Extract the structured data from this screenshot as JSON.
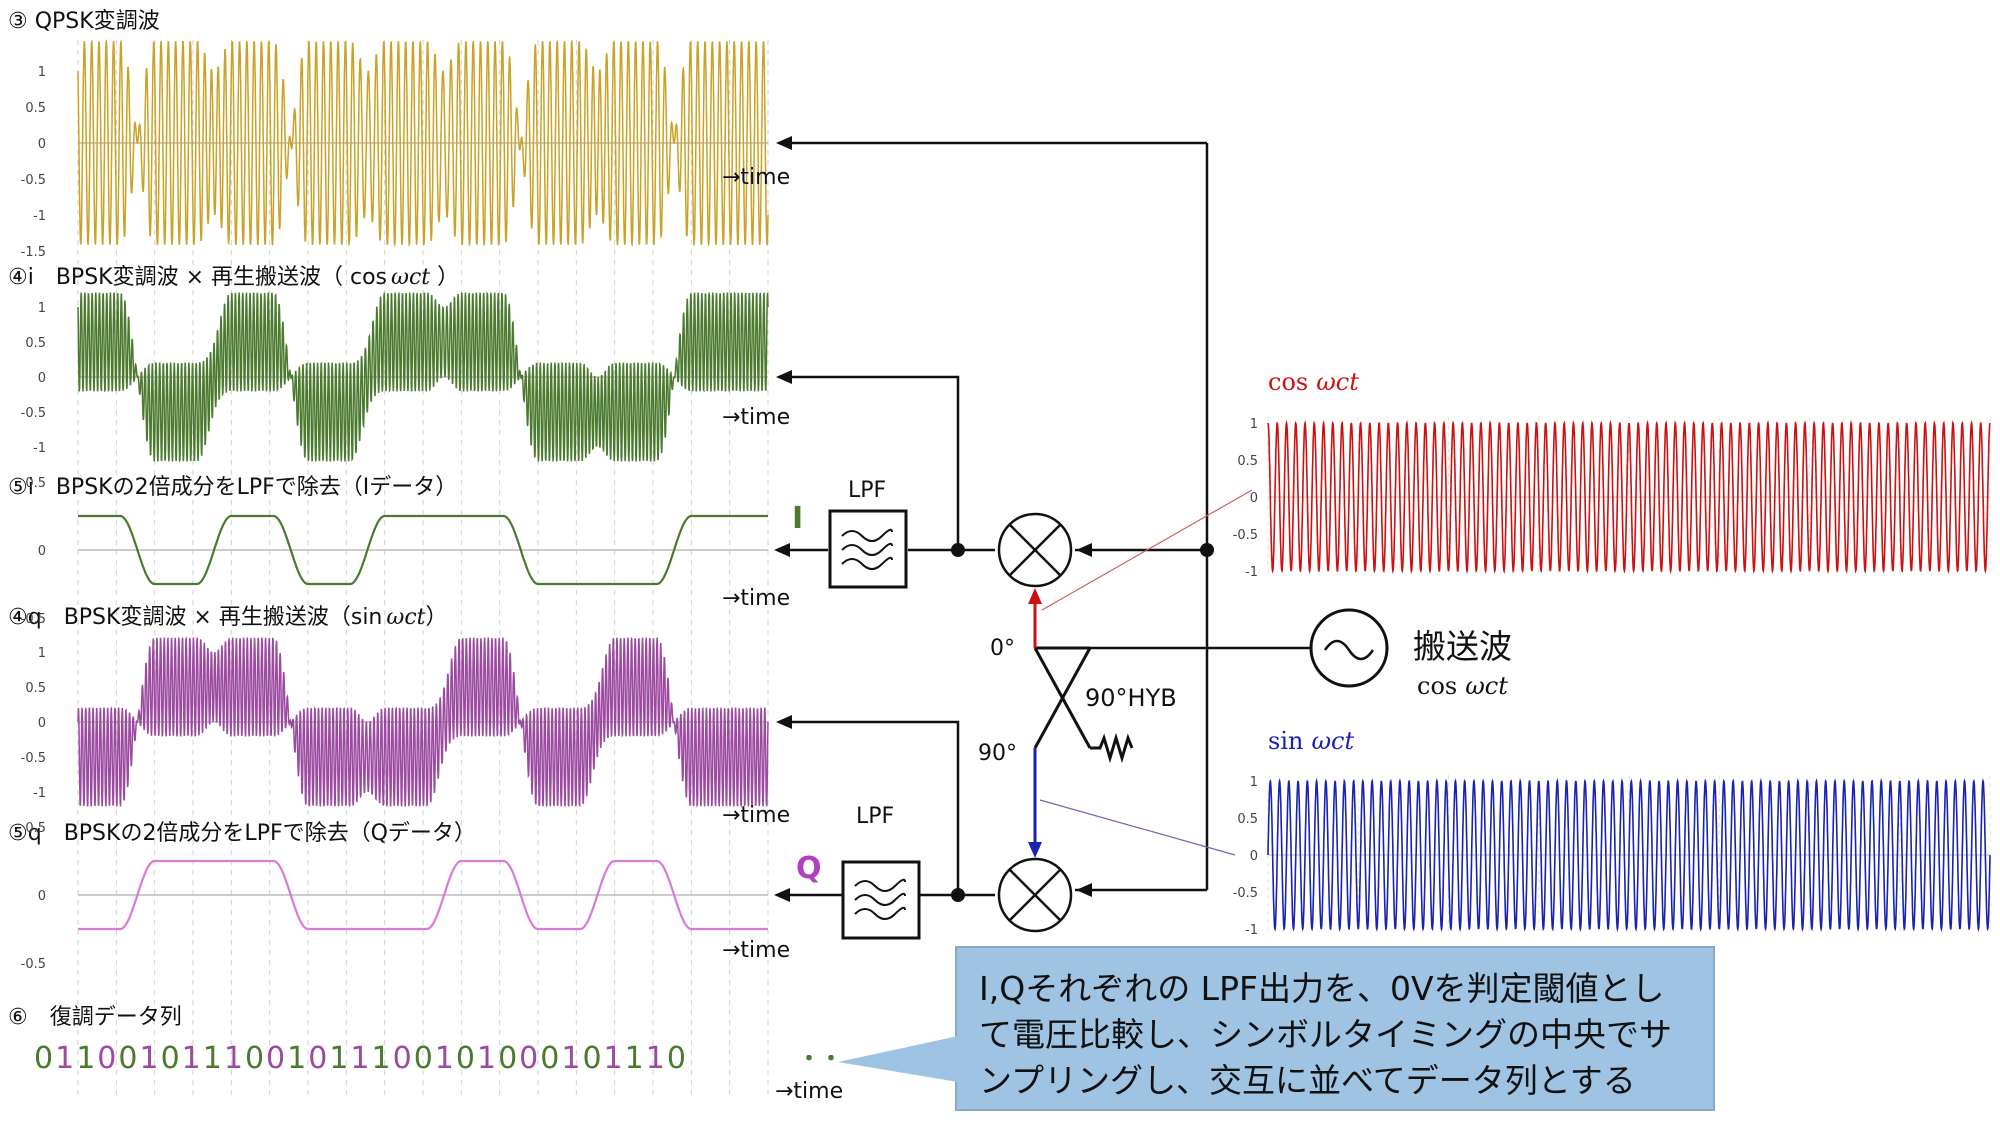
{
  "panels": [
    {
      "id": "p3",
      "title": "③ QPSK変調波",
      "yticks": [
        "1",
        "0.5",
        "0",
        "-0.5",
        "-1",
        "-1.5"
      ],
      "time_label": "→time",
      "color": "#c9a227"
    },
    {
      "id": "p4i",
      "title": "④i　BPSK変調波 × 再生搬送波（ cos",
      "title_tail": " ）",
      "yticks": [
        "1",
        "0.5",
        "0",
        "-0.5",
        "-1"
      ],
      "time_label": "→time",
      "color": "#4a7a2e"
    },
    {
      "id": "p5i",
      "title": "⑤i　BPSKの2倍成分をLPFで除去（Iデータ）",
      "yticks": [
        "0.5",
        "0",
        "-0.5"
      ],
      "time_label": "→time",
      "color": "#4a7a2e"
    },
    {
      "id": "p4q",
      "title": "④q　BPSK変調波 × 再生搬送波（sin",
      "title_tail": "）",
      "yticks": [
        "1",
        "0.5",
        "0",
        "-0.5",
        "-1"
      ],
      "time_label": "→time",
      "color": "#9b4aa0"
    },
    {
      "id": "p5q",
      "title": "⑤q　BPSKの2倍成分をLPFで除去（Qデータ）",
      "yticks": [
        "0.5",
        "0",
        "-0.5"
      ],
      "time_label": "→time",
      "color": "#d77ad8"
    }
  ],
  "math": {
    "omega_c_t": "ωct",
    "cos": "cos",
    "sin": "sin"
  },
  "demod": {
    "title": "⑥　復調データ列",
    "bits": "0110010111001011100101000101110",
    "dots": "・・",
    "time_label": "→time"
  },
  "block": {
    "lpf_label": "LPF",
    "i_label": "I",
    "q_label": "Q",
    "deg0": "0°",
    "deg90": "90°",
    "hyb": "90°HYB",
    "carrier": "搬送波"
  },
  "carrier_plots": [
    {
      "id": "cos",
      "label": "cos",
      "yticks": [
        "1",
        "0.5",
        "0",
        "-0.5",
        "-1"
      ],
      "color": "#cc1111"
    },
    {
      "id": "sin",
      "label": "sin",
      "yticks": [
        "1",
        "0.5",
        "0",
        "-0.5",
        "-1"
      ],
      "color": "#1a22b0"
    }
  ],
  "callout": "I,Qそれぞれの LPF出力を、0Vを判定閾値として電圧比較し、シンボルタイミングの中央でサンプリングし、交互に並べてデータ列とする",
  "chart_data": {
    "type": "line",
    "i_data_levels": [
      0.5,
      -0.5,
      0.5,
      -0.5,
      0.5,
      0.5,
      -0.5,
      -0.5,
      0.5
    ],
    "q_data_levels": [
      -0.5,
      0.5,
      0.5,
      -0.5,
      -0.5,
      0.5,
      -0.5,
      0.5,
      -0.5
    ],
    "demodulated_bits": "0110010111001011100101000101110"
  }
}
